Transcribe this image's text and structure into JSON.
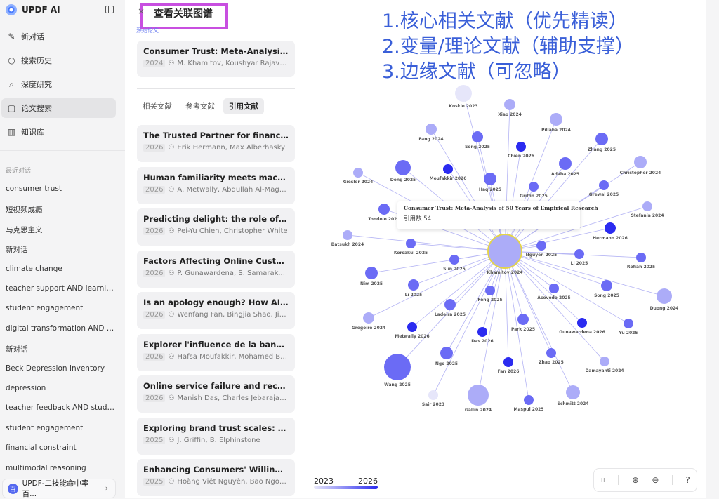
{
  "app": {
    "name": "UPDF AI"
  },
  "sidebar": {
    "nav": [
      {
        "label": "新对话",
        "icon": "edit-icon"
      },
      {
        "label": "搜索历史",
        "icon": "search-icon"
      },
      {
        "label": "深度研究",
        "icon": "telescope-icon"
      },
      {
        "label": "论文搜索",
        "icon": "paper-search-icon",
        "active": true
      },
      {
        "label": "知识库",
        "icon": "book-icon"
      }
    ],
    "recent_label": "最近对话",
    "recent": [
      "consumer trust",
      "短视频成瘾",
      "马克思主义",
      "新对话",
      "climate change",
      "teacher support AND learnin...",
      "student engagement",
      "digital transformation AND fi...",
      "新对话",
      "Beck Depression Inventory",
      "depression",
      "teacher feedback AND stude...",
      "student engagement",
      "financial constraint",
      "multimodal reasoning"
    ],
    "kb": {
      "badge": "百",
      "label": "UPDF-二技能命中率百..."
    }
  },
  "middle": {
    "title": "查看关联图谱",
    "seed_label": "源始论文",
    "seed": {
      "title": "Consumer Trust: Meta-Analysis of...",
      "year": "2024",
      "authors": "M. Khamitov, Koushyar Rajavi, ..."
    },
    "tabs": [
      {
        "label": "相关文献"
      },
      {
        "label": "参考文献"
      },
      {
        "label": "引用文献",
        "active": true
      }
    ],
    "papers": [
      {
        "title": "The Trusted Partner for financial ...",
        "year": "2026",
        "authors": "Erik Hermann, Max Alberhasky"
      },
      {
        "title": "Human familiarity meets machine...",
        "year": "2026",
        "authors": "A. Metwally, Abdullah Al-Magh..."
      },
      {
        "title": "Predicting delight: the role of trus...",
        "year": "2026",
        "authors": "Pei-Yu Chien, Christopher White"
      },
      {
        "title": "Factors Affecting Online Custome...",
        "year": "2026",
        "authors": "P. Gunawardena, S. Samarakoo..."
      },
      {
        "title": "Is an apology enough? How AI ch...",
        "year": "2026",
        "authors": "Wenfang Fan, Bingjia Shao, Jie ..."
      },
      {
        "title": "Explorer l'influence de la banque ...",
        "year": "2026",
        "authors": "Hafsa Moufakkir, Mohamed Bo..."
      },
      {
        "title": "Online service failure and recover...",
        "year": "2026",
        "authors": "Manish Das, Charles Jebarajarki..."
      },
      {
        "title": "Exploring brand trust scales: Brin...",
        "year": "2025",
        "authors": "J. Griffin, B. Elphinstone"
      },
      {
        "title": "Enhancing Consumers' Willingnes...",
        "year": "2025",
        "authors": "Hoàng Việt Nguyễn, Bao Ngoc ..."
      }
    ]
  },
  "graph": {
    "annotations": [
      "1.核心相关文献（优先精读）",
      "2.变量/理论文献（辅助支撑）",
      "3.边缘文献（可忽略）"
    ],
    "center": {
      "label": "Khamitov 2024",
      "year": 2024
    },
    "tooltip": {
      "title": "Consumer Trust: Meta-Analysis of 50 Years of Empirical Research",
      "citations": "引用数 54"
    },
    "year_colors": {
      "2023": "#e6e6fa",
      "2024": "#acacf8",
      "2025": "#6b6bf5",
      "2026": "#2b2bf0"
    },
    "nodes": [
      {
        "label": "Koskie 2023",
        "year": 2023
      },
      {
        "label": "Xiao 2024",
        "year": 2024
      },
      {
        "label": "Pillaha 2024",
        "year": 2024
      },
      {
        "label": "Fang 2024",
        "year": 2024
      },
      {
        "label": "Song 2025",
        "year": 2025
      },
      {
        "label": "Chien 2026",
        "year": 2026
      },
      {
        "label": "Zhang 2025",
        "year": 2025
      },
      {
        "label": "Christopher 2024",
        "year": 2024
      },
      {
        "label": "Adaba 2025",
        "year": 2025
      },
      {
        "label": "Dong 2025",
        "year": 2025
      },
      {
        "label": "Moufakkir 2026",
        "year": 2026
      },
      {
        "label": "Haq 2025",
        "year": 2025
      },
      {
        "label": "Giesler 2024",
        "year": 2024
      },
      {
        "label": "Griffin 2025",
        "year": 2025
      },
      {
        "label": "Grewal 2025",
        "year": 2025
      },
      {
        "label": "Tondolo 2025",
        "year": 2025
      },
      {
        "label": "Stefania 2024",
        "year": 2024
      },
      {
        "label": "Hermann 2026",
        "year": 2026
      },
      {
        "label": "Batsukh 2024",
        "year": 2024
      },
      {
        "label": "Korsakul 2025",
        "year": 2025
      },
      {
        "label": "Nguyen 2025",
        "year": 2025
      },
      {
        "label": "Li 2025",
        "year": 2025
      },
      {
        "label": "Rofiah 2025",
        "year": 2025
      },
      {
        "label": "Sun 2025",
        "year": 2025
      },
      {
        "label": "Nim 2025",
        "year": 2025
      },
      {
        "label": "Li 2025",
        "year": 2025
      },
      {
        "label": "Feng 2025",
        "year": 2025
      },
      {
        "label": "Acevedo 2025",
        "year": 2025
      },
      {
        "label": "Song 2025",
        "year": 2025
      },
      {
        "label": "Duong 2024",
        "year": 2024
      },
      {
        "label": "Ladeira 2025",
        "year": 2025
      },
      {
        "label": "Grégoire 2024",
        "year": 2024
      },
      {
        "label": "Metwally 2026",
        "year": 2026
      },
      {
        "label": "Das 2026",
        "year": 2026
      },
      {
        "label": "Park 2025",
        "year": 2025
      },
      {
        "label": "Gunawardena 2026",
        "year": 2026
      },
      {
        "label": "Yu 2025",
        "year": 2025
      },
      {
        "label": "Ngo 2025",
        "year": 2025
      },
      {
        "label": "Fan 2026",
        "year": 2026
      },
      {
        "label": "Zhao 2025",
        "year": 2025
      },
      {
        "label": "Damayanti 2024",
        "year": 2024
      },
      {
        "label": "Wang 2025",
        "year": 2025
      },
      {
        "label": "Sair 2023",
        "year": 2023
      },
      {
        "label": "Gallin 2024",
        "year": 2024
      },
      {
        "label": "Maspul 2025",
        "year": 2025
      },
      {
        "label": "Schmitt 2024",
        "year": 2024
      }
    ],
    "legend": {
      "min": "2023",
      "max": "2026"
    },
    "controls": [
      {
        "icon": "fit-view-icon",
        "label": "⌗"
      },
      {
        "icon": "zoom-in-icon",
        "label": "⊕"
      },
      {
        "icon": "zoom-out-icon",
        "label": "⊖"
      },
      {
        "icon": "help-icon",
        "label": "?"
      }
    ]
  }
}
